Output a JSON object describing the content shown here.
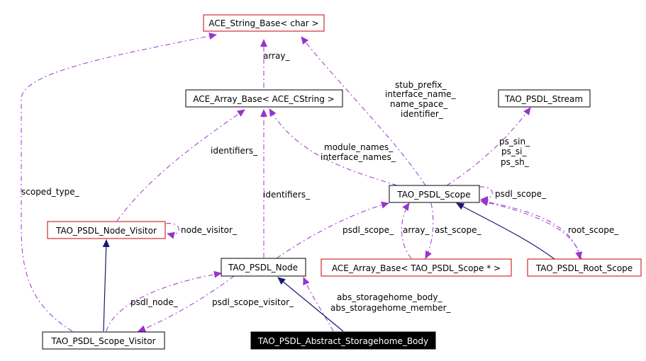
{
  "colors": {
    "usage_edge": "#9a32cd",
    "inherit_edge": "#191970",
    "border_documented": "#cc0000",
    "border_plain": "#000000",
    "highlight_fill": "#000000",
    "highlight_text": "#ffffff"
  },
  "nodes": {
    "ace_string_base": "ACE_String_Base< char >",
    "ace_array_base_cstring": "ACE_Array_Base< ACE_CString >",
    "tao_psdl_stream": "TAO_PSDL_Stream",
    "tao_psdl_scope": "TAO_PSDL_Scope",
    "tao_psdl_node_visitor": "TAO_PSDL_Node_Visitor",
    "tao_psdl_node": "TAO_PSDL_Node",
    "ace_array_base_scope": "ACE_Array_Base< TAO_PSDL_Scope * >",
    "tao_psdl_root_scope": "TAO_PSDL_Root_Scope",
    "tao_psdl_scope_visitor": "TAO_PSDL_Scope_Visitor",
    "tao_psdl_abstract_storagehome_body": "TAO_PSDL_Abstract_Storagehome_Body"
  },
  "edge_labels": {
    "array": "array_",
    "stub_prefix": "stub_prefix_",
    "interface_name": "interface_name_",
    "name_space": "name_space_",
    "identifier": "identifier_",
    "module_names": "module_names_",
    "interface_names": "interface_names_",
    "identifiers_left": "identifiers_",
    "identifiers_center": "identifiers_",
    "scoped_type": "scoped_type_",
    "ps_sin": "ps_sin_",
    "ps_si": "ps_si_",
    "ps_sh": "ps_sh_",
    "psdl_scope_self": "psdl_scope_",
    "node_visitor": "node_visitor_",
    "psdl_scope_node": "psdl_scope_",
    "array_scope": "array_",
    "ast_scope": "ast_scope_",
    "root_scope": "root_scope_",
    "psdl_node": "psdl_node_",
    "psdl_scope_visitor": "psdl_scope_visitor_",
    "abs_storagehome_body": "abs_storagehome_body_",
    "abs_storagehome_member": "abs_storagehome_member_"
  }
}
